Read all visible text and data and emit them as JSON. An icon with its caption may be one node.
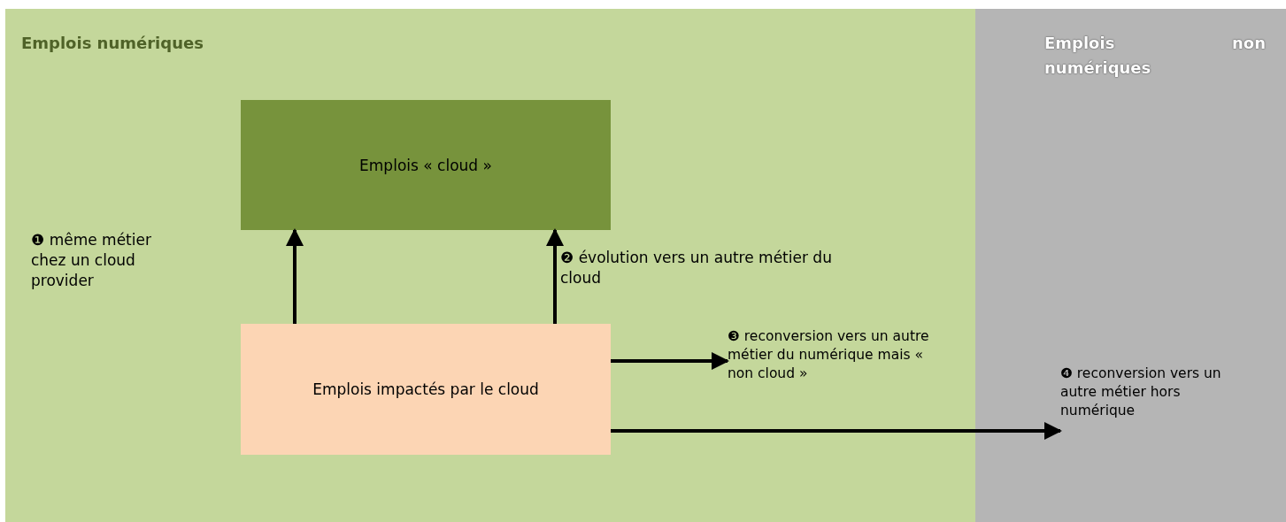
{
  "diagram": {
    "nodes": [
      {
        "text": [
          "Emplois numériques"
        ]
      },
      {
        "text": [
          "Emplois « cloud »"
        ],
        "in": 0
      },
      {
        "text": [
          "Emplois impactés par le cloud"
        ],
        "in": 0
      },
      {
        "text": [
          "❸ reconversion vers un autre métier du numérique mais « non cloud »"
        ],
        "in": 0
      },
      {
        "text": [
          "Emplois non numériques"
        ]
      },
      {
        "text": [
          "❹ reconversion vers un autre métier hors numérique"
        ],
        "in": 4
      }
    ],
    "edges": [
      {
        "from": 2,
        "to": 1,
        "arrow": "to"
      },
      {
        "from": 2,
        "to": 1,
        "arrow": "to"
      },
      {
        "from": 2,
        "to": 3,
        "arrow": "to"
      },
      {
        "from": 2,
        "to": 5,
        "arrow": "to"
      }
    ],
    "labels": [
      "❶ même métier chez un cloud provider",
      "❷ évolution vers un autre métier du cloud"
    ]
  }
}
